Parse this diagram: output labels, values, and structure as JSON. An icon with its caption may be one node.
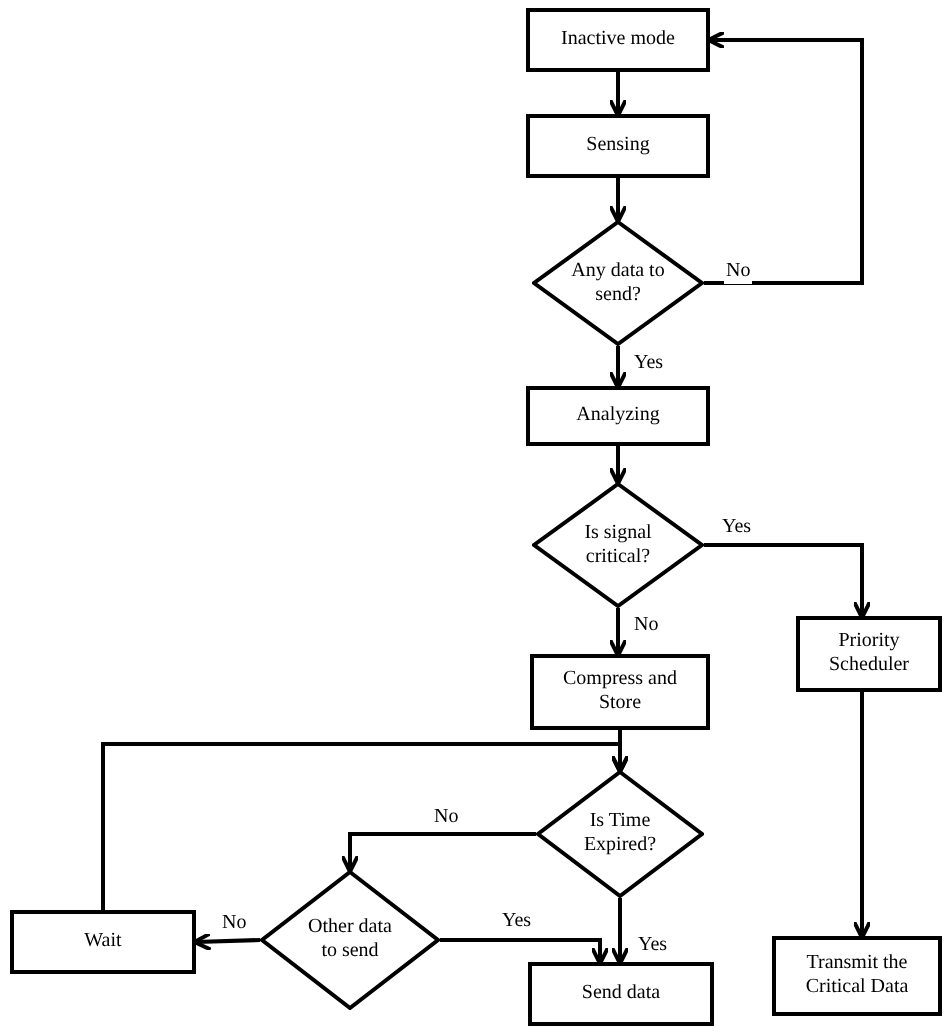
{
  "diagram": {
    "nodes": [
      {
        "text": [
          "Inactive mode"
        ]
      },
      {
        "text": [
          "Sensing"
        ]
      },
      {
        "text": [
          "Any data to send?"
        ]
      },
      {
        "text": [
          "Analyzing"
        ]
      },
      {
        "text": [
          "Is signal critical?"
        ]
      },
      {
        "text": [
          "Priority Scheduler"
        ]
      },
      {
        "text": [
          "Compress and Store"
        ]
      },
      {
        "text": [
          "Is Time Expired?"
        ]
      },
      {
        "text": [
          "Other data to send"
        ]
      },
      {
        "text": [
          "Wait"
        ]
      },
      {
        "text": [
          "Send data"
        ]
      },
      {
        "text": [
          "Transmit the Critical Data"
        ]
      }
    ],
    "edges": [
      {
        "from": 0,
        "to": 1,
        "arrow": "to"
      },
      {
        "from": 1,
        "to": 2,
        "arrow": "to"
      },
      {
        "from": 2,
        "to": 0,
        "arrow": "to",
        "label": "No"
      },
      {
        "from": 2,
        "to": 3,
        "arrow": "to",
        "label": "Yes"
      },
      {
        "from": 3,
        "to": 4,
        "arrow": "to"
      },
      {
        "from": 4,
        "to": 5,
        "arrow": "to",
        "label": "Yes"
      },
      {
        "from": 4,
        "to": 6,
        "arrow": "to",
        "label": "No"
      },
      {
        "from": 5,
        "to": 11,
        "arrow": "to"
      },
      {
        "from": 6,
        "to": 7,
        "arrow": "to"
      },
      {
        "from": 7,
        "to": 8,
        "arrow": "to",
        "label": "No"
      },
      {
        "from": 7,
        "to": 10,
        "arrow": "to",
        "label": "Yes"
      },
      {
        "from": 8,
        "to": 9,
        "arrow": "to",
        "label": "No"
      },
      {
        "from": 8,
        "to": 10,
        "arrow": "to",
        "label": "Yes"
      },
      {
        "from": 9,
        "to": 7,
        "arrow": "to"
      }
    ]
  }
}
